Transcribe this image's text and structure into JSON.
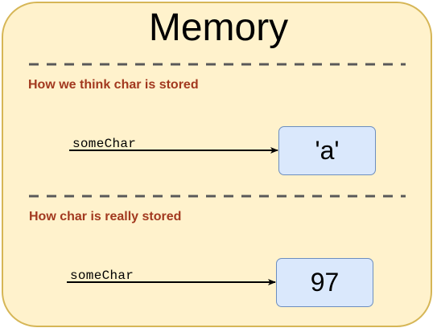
{
  "title": "Memory",
  "sections": [
    {
      "heading": "How we think char is stored",
      "variable": "someChar",
      "value": "'a'"
    },
    {
      "heading": "How char is really stored",
      "variable": "someChar",
      "value": "97"
    }
  ],
  "colors": {
    "panel_fill": "#fff2cc",
    "panel_border": "#d6b656",
    "heading_text": "#a2391f",
    "box_fill": "#dae8fc",
    "box_border": "#6c8ebf",
    "divider": "#595959"
  }
}
